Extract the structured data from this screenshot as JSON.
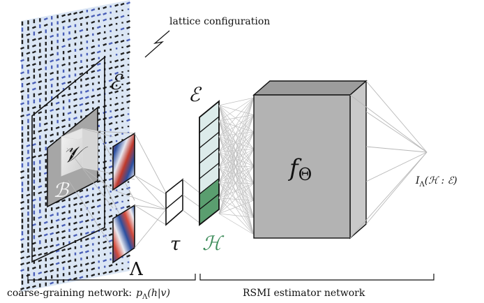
{
  "labels": {
    "lattice_configuration": "lattice configuration",
    "E_lattice": "ℰ",
    "V": "𝒱",
    "B": "ℬ",
    "Lambda": "Λ",
    "tau": "τ",
    "E_layer": "ℰ",
    "H": "ℋ",
    "f_theta": "f",
    "f_theta_sub": "Θ",
    "output_I": "I",
    "output_sub": "Λ",
    "output_args": "(ℋ : ℰ)",
    "coarse_graining": "coarse-graining network:",
    "coarse_graining_formula": "p",
    "coarse_graining_formula_sub": "Λ",
    "coarse_graining_formula_args": "(h|v)",
    "rsmi_estimator": "RSMI estimator network"
  },
  "colors": {
    "lattice_bg": "#dbe6f4",
    "lattice_dash": "#202020",
    "lattice_dash_blue": "#4a5fb8",
    "block_gray": "#a6a6a6",
    "h_green": "#5a9e6f",
    "e_cell": "#dcebea",
    "box_front": "#b3b3b3",
    "box_top": "#9c9c9c",
    "box_side": "#c9c9c9",
    "line_gray": "#b8b8b8",
    "h_text": "#3d8c5a"
  },
  "icons": [
    "filter-heatmap-icon"
  ]
}
